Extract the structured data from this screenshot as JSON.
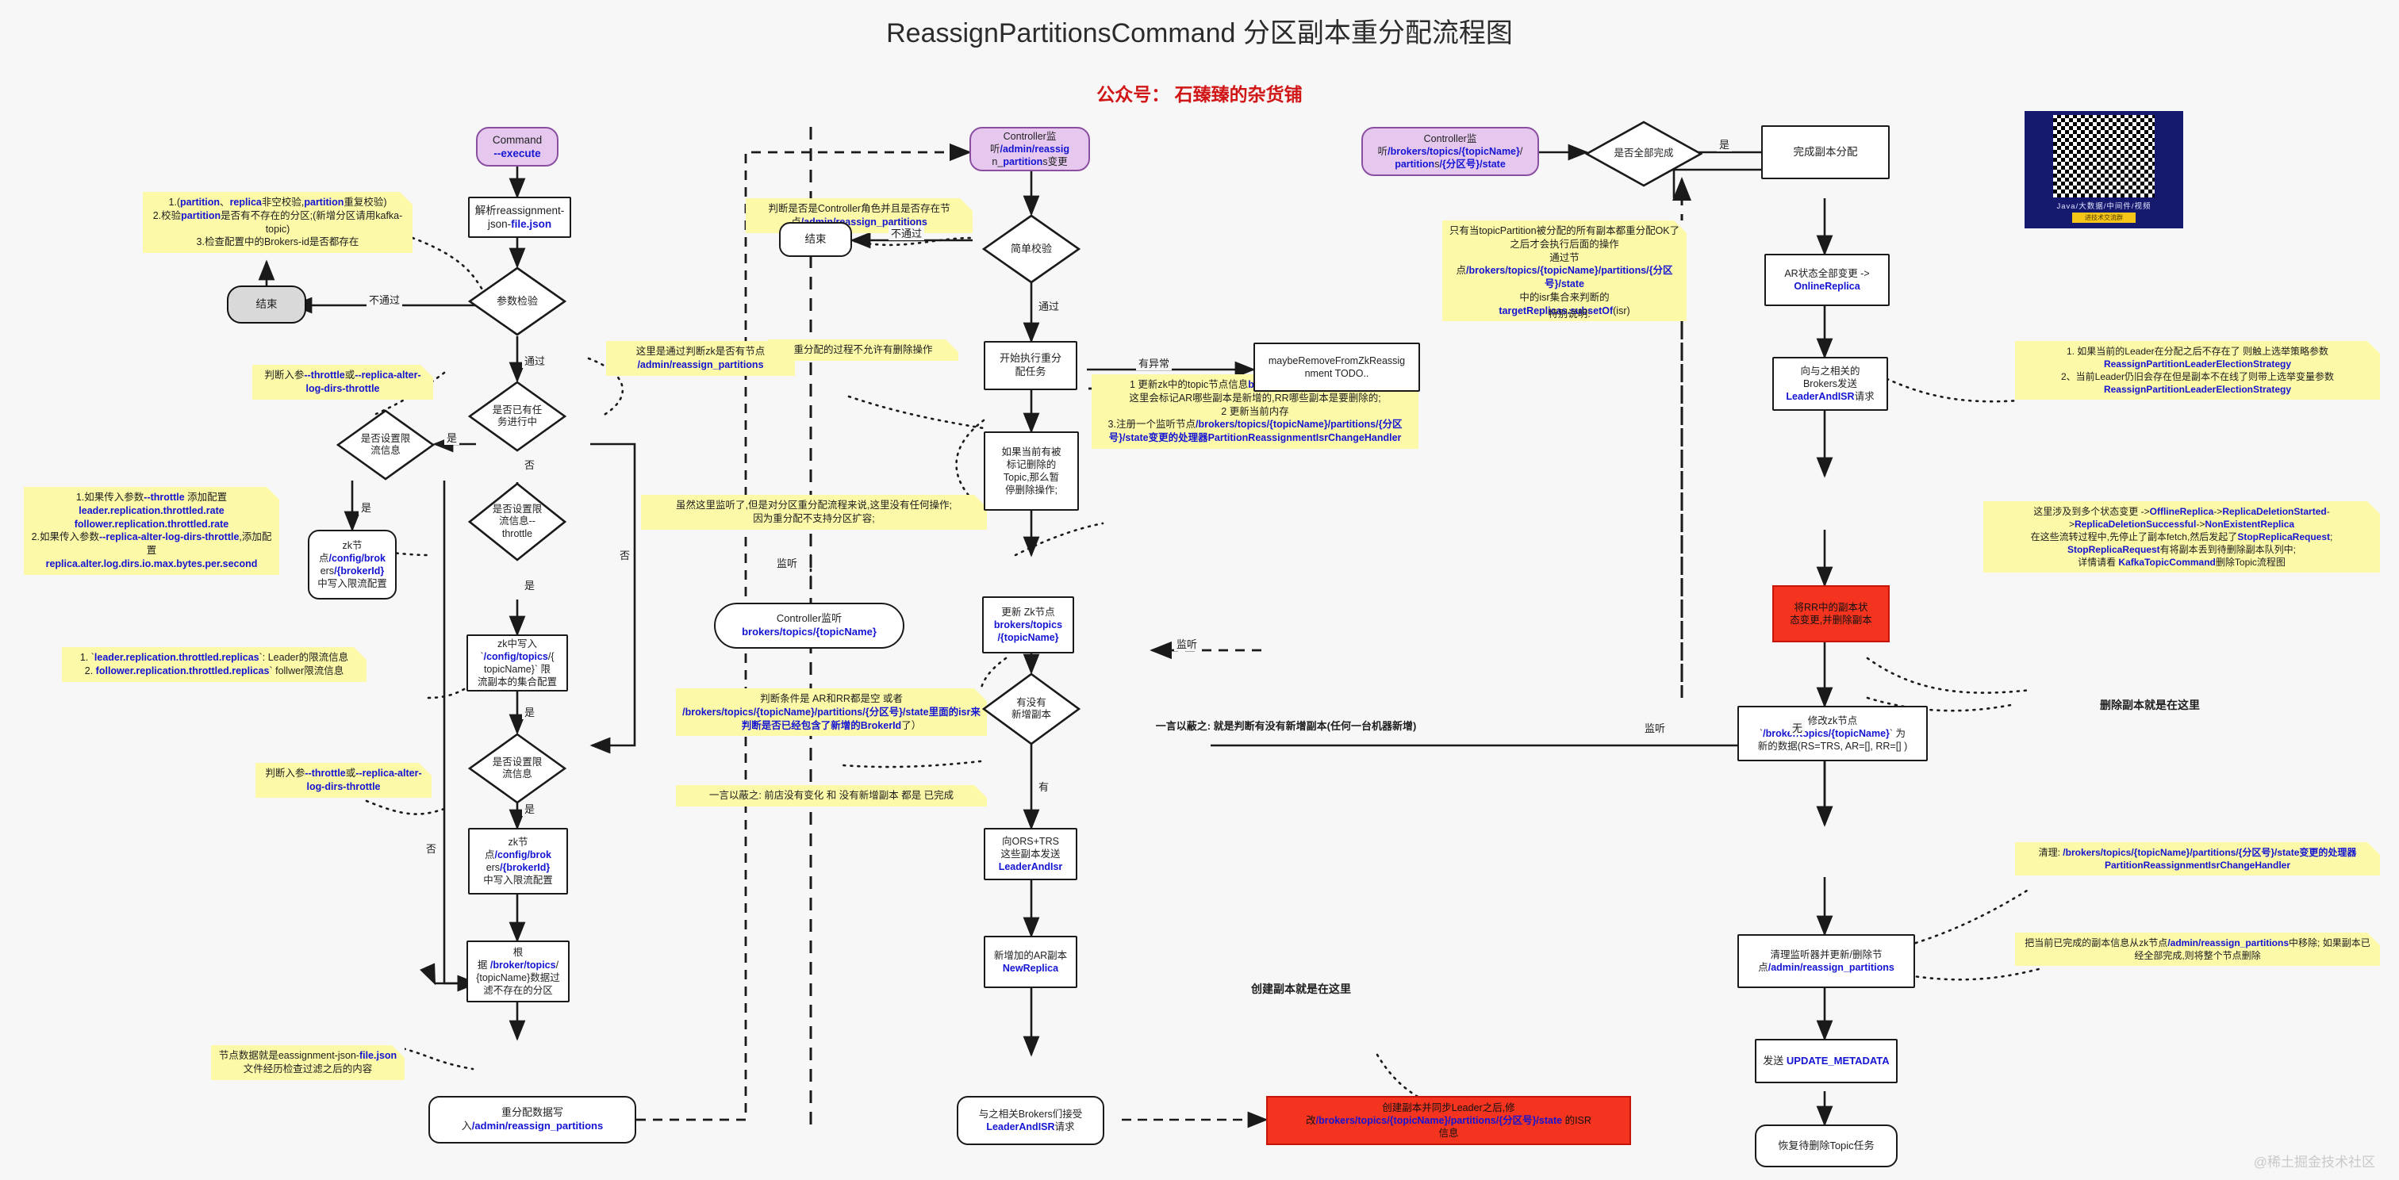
{
  "header": {
    "title": "ReassignPartitionsCommand 分区副本重分配流程图",
    "subtitle": "公众号： 石臻臻的杂货铺",
    "watermark": "@稀土掘金技术社区"
  },
  "qr": {
    "caption": "Java/大数据/中间件/视频",
    "button": "进技术交流群"
  },
  "nodes": {
    "command_execute": "Command\n--execute",
    "parse_json": "解析reassignment-\njson-file.json",
    "param_check": "参数检验",
    "end_left": "结束",
    "task_running": "是否已有任\n务进行中",
    "throttle_set_1": "是否设置限\n流信息",
    "zk_broker_throttle_1": "zk节\n点/config/brok\ners/{brokerId}\n中写入限流配置",
    "throttle_set_2": "是否设置限\n流信息--\nthrottle",
    "zk_topic_throttle": "zk中写入\n`/config/topics/{\ntopicName}` 限\n流副本的集合配置",
    "throttle_set_3": "是否设置限\n流信息",
    "zk_broker_throttle_2": "zk节\n点/config/brok\ners/{brokerId}\n中写入限流配置",
    "filter_partitions": "根\n据 /broker/topics/\n{topicName}数据过\n滤不存在的分区",
    "write_reassign": "重分配数据写\n入/admin/reassign_partitions",
    "controller_watch_admin": "Controller监\n听/admin/reassig\nn_partitions变更",
    "simple_check": "简单校验",
    "end_mid": "结束",
    "start_reassign_task": "开始执行重分\n配任务",
    "maybe_remove": "maybeRemoveFromZkReassig\nnment  TODO..",
    "pause_delete": "如果当前有被\n标记删除的\nTopic,那么暂\n停删除操作;",
    "controller_watch_topic": "Controller监听\nbrokers/topics/{topicName}",
    "update_zk_topic": "更新 Zk节点\nbrokers/topics\n/{topicName}",
    "has_new_replica": "有没有\n新增副本",
    "send_leaderandisr": "向ORS+TRS\n这些副本发送\nLeaderAndIsr",
    "new_ar_replica": "新增加的AR副本\nNewReplica",
    "brokers_receive": "与之相关Brokers们接受\nLeaderAndISR请求",
    "create_sync_isr": "创建副本并同步Leader之后,修\n改/brokers/topics/{topicName}/partitions/{分区号}/state  的ISR\n信息",
    "controller_watch_state": "Controller监\n听/brokers/topics/{topicName}/\npartitions/{分区号}/state",
    "all_done": "是否全部完成",
    "finish_alloc": "完成副本分配",
    "ar_online_replica": "AR状态全部变更 ->\nOnlineReplica",
    "send_leaderandisr_brokers": "向与之相关的\nBrokers发送\nLeaderAndISR请求",
    "rr_delete": "将RR中的副本状\n态变更,并删除副本",
    "modify_zk_node": "修改zk节点\n`/broker/topics/{topicName}` 为\n新的数据(RS=TRS, AR=[], RR=[] )",
    "clean_watcher": "清理监听器并更新/删除节\n点/admin/reassign_partitions",
    "send_update_metadata": "发送 UPDATE_METADATA",
    "resume_topic_task": "恢复待删除Topic任务"
  },
  "edge_labels": {
    "not_pass_left": "不通过",
    "pass_left": "通过",
    "yes_1": "是",
    "no_1": "否",
    "yes_2": "是",
    "no_2": "否",
    "yes_3": "是",
    "no_3": "否",
    "yes_4": "是",
    "no_4": "否",
    "yes_5": "是",
    "no_5": "否",
    "not_pass_mid": "不通过",
    "pass_mid": "通过",
    "has_exception": "有异常",
    "watch_1": "监听",
    "watch_2": "监听",
    "watch_3": "监听",
    "have": "有",
    "none": "无",
    "yes_all_done": "是"
  },
  "notes": {
    "validation_rules": "1.(partition、replica非空校验,partition重复校验)\n2.校验partition是否有不存在的分区;(新增分区请用kafka-topic)\n3.检查配置中的Brokers-id是否都存在",
    "zk_judge": "这里是通过判断zk是否有节点 /admin/reassign_partitions",
    "throttle_param_1": "判断入参--throttle或--replica-alter-log-dirs-throttle",
    "throttle_config": "1.如果传入参数--throttle 添加配置\nleader.replication.throttled.rate\nfollower.replication.throttled.rate\n2.如果传入参数--replica-alter-log-dirs-throttle,添加配置\nreplica.alter.log.dirs.io.max.bytes.per.second",
    "throttled_replicas": "1. `leader.replication.throttled.replicas`: Leader的限流信息\n2. follower.replication.throttled.replicas` follwer限流信息",
    "throttle_param_2": "判断入参--throttle或--replica-alter-log-dirs-throttle",
    "node_data_note": "节点数据就是eassignment-json-file.json文件经历检查过滤之后的内容",
    "controller_role": "判断是否是Controller角色并且是否存在节点/admin/reassign_partitions",
    "no_delete": "重分配的过程不允许有删除操作",
    "no_op_here": "虽然这里监听了,但是对分区重分配流程来说,这里没有任何操作;\n因为重分配不支持分区扩容;",
    "update_topic_node": "1 更新zk中的topic节点信息brokers/topics/{topicName},\n这里会标记AR哪些副本是新增的,RR哪些副本是要删除的;\n2 更新当前内存\n3.注册一个监听节点/brokers/topics/{topicName}/partitions/{分区号}/state变更的处理器PartitionReassignmentIsrChangeHandler",
    "ar_rr_condition": "判断条件是 AR和RR都是空 或者 /brokers/topics/{topicName}/partitions/{分区号}/state里面的isr来判断是否已经包含了新增的BrokerId了）",
    "ar_rr_summary": "一言以蔽之: 前店没有变化 和 没有新增副本 都是 已完成",
    "new_replica_summary": "一言以蔽之: 就是判断有没有新增副本(任何一台机器新增)",
    "create_replica_here": "创建副本就是在这里",
    "special_note": "只有当topicPartition被分配的所有副本都重分配OK了之后才会执行后面的操作\n通过节点/brokers/topics/{topicName}/partitions/{分区号}/state\n中的isr集合来判断的\ntargetReplicas.subsetOf(isr)",
    "leader_election": "1. 如果当前的Leader在分配之后不存在了 则触上选举策略参数 ReassignPartitionLeaderElectionStrategy\n2、当前Leader仍旧会存在但是副本不在线了则带上选举变量参数 ReassignPartitionLeaderElectionStrategy",
    "state_changes": "这里涉及到多个状态变更 ->OfflineReplica->ReplicaDeletionStarted->ReplicaDeletionSuccessful->NonExistentReplica\n在这些流转过程中,先停止了副本fetch,然后发起了StopReplicaRequest; StopReplicaRequest有将副本丢到待删除副本队列中;\n详情请看 KafkaTopicCommand删除Topic流程图",
    "delete_replica_here": "删除副本就是在这里",
    "cleanup_handler": "清理: /brokers/topics/{topicName}/partitions/{分区号}/state变更的处理器PartitionReassignmentIsrChangeHandler",
    "remove_done_info": "把当前已完成的副本信息从zk节点/admin/reassign_partitions中移除; 如果副本已经全部完成,则将整个节点删除"
  },
  "colors": {
    "accent_blue": "#1414d2",
    "note_yellow": "#fcf9a8",
    "start_purple": "#e6c8ef",
    "danger_red": "#f5341f",
    "subtitle_red": "#d01616"
  }
}
